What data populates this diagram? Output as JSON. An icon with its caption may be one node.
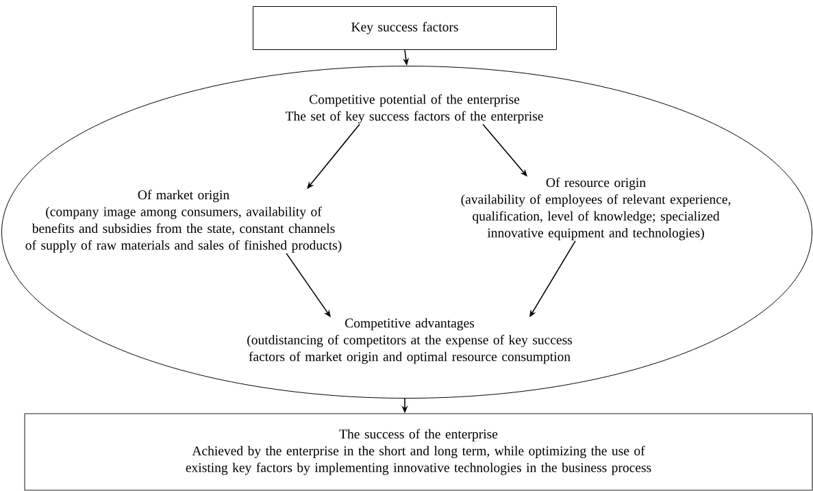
{
  "diagram": {
    "nodes": [
      {
        "text": [
          "Key success factors"
        ]
      },
      {
        "text": [],
        "shape": "ellipse"
      },
      {
        "text": [
          "Competitive potential of the enterprise",
          "The set of key success factors of the enterprise"
        ],
        "in": 1
      },
      {
        "text": [
          "Of market origin",
          "(company image among consumers, availability of benefits and subsidies from the state, constant channels of supply of raw materials and sales of finished products)"
        ],
        "in": 1
      },
      {
        "text": [
          "Of resource origin",
          "(availability of employees of relevant experience, qualification, level of knowledge; specialized innovative equipment and technologies)"
        ],
        "in": 1
      },
      {
        "text": [
          "Competitive advantages",
          "(outdistancing of competitors at the expense of key success factors of market origin and optimal resource consumption"
        ],
        "in": 1
      },
      {
        "text": [
          "The success of the enterprise",
          "Achieved by the enterprise in the short and long term, while optimizing the use of existing key factors by implementing innovative technologies in the business process"
        ]
      }
    ],
    "edges": [
      {
        "from": 0,
        "to": 1,
        "arrow": "to"
      },
      {
        "from": 2,
        "to": 3,
        "arrow": "to"
      },
      {
        "from": 2,
        "to": 4,
        "arrow": "to"
      },
      {
        "from": 3,
        "to": 5,
        "arrow": "to"
      },
      {
        "from": 4,
        "to": 5,
        "arrow": "to"
      },
      {
        "from": 1,
        "to": 6,
        "arrow": "to"
      }
    ]
  }
}
